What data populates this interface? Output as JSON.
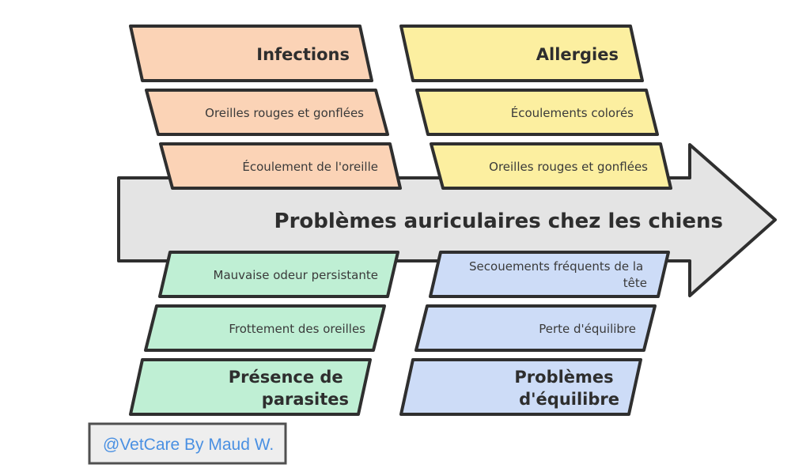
{
  "title": "Problèmes auriculaires chez les chiens",
  "credit": "@VetCare By Maud W.",
  "colors": {
    "spine": "#e4e4e4",
    "infections": "#fbd3b6",
    "allergies": "#fcefa0",
    "parasites": "#bfefd4",
    "equilibre": "#cddcf7",
    "outline": "#2f2f2f"
  },
  "categories": {
    "infections": {
      "label": "Infections",
      "causes": [
        "Oreilles rouges et gonflées",
        "Écoulement de l'oreille"
      ]
    },
    "allergies": {
      "label": "Allergies",
      "causes": [
        "Écoulements colorés",
        "Oreilles rouges et gonflées"
      ]
    },
    "parasites": {
      "label_lines": [
        "Présence de",
        "parasites"
      ],
      "causes": [
        "Mauvaise odeur persistante",
        "Frottement des oreilles"
      ]
    },
    "equilibre": {
      "label_lines": [
        "Problèmes",
        "d'équilibre"
      ],
      "causes_lines": [
        [
          "Secouements fréquents de la",
          "tête"
        ],
        [
          "Perte d'équilibre"
        ]
      ]
    }
  }
}
